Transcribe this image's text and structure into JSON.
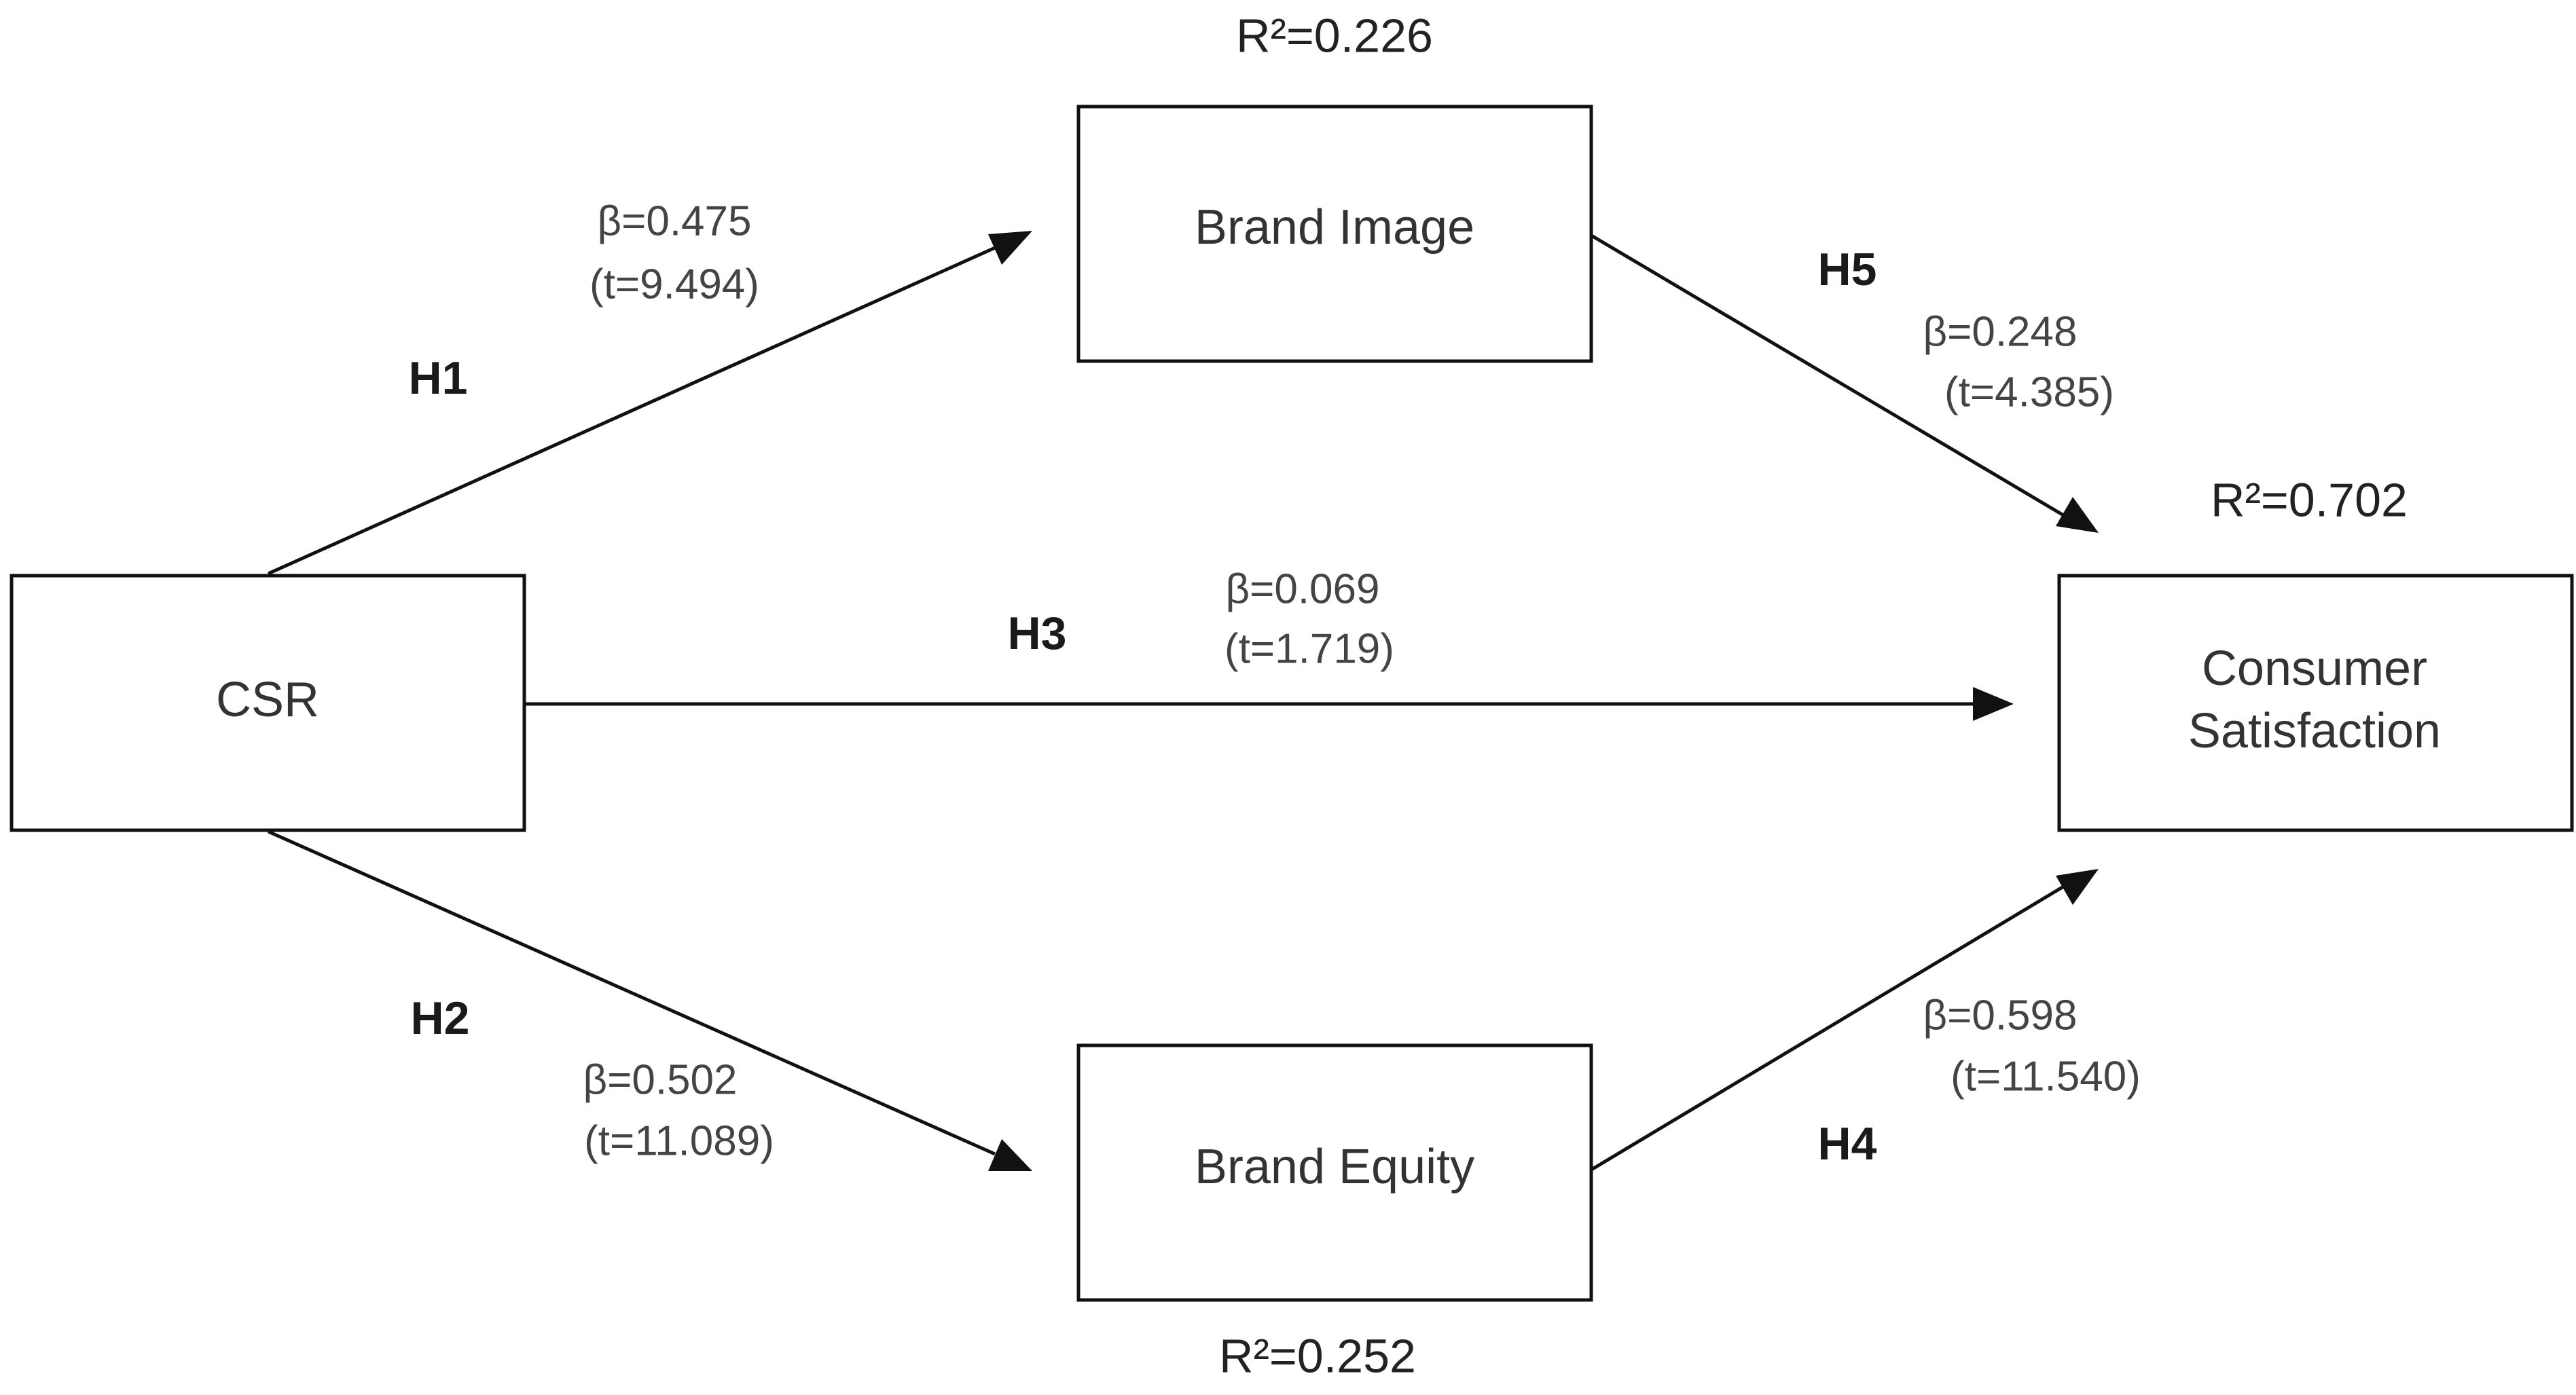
{
  "nodes": {
    "csr": {
      "label": "CSR"
    },
    "brand_image": {
      "label": "Brand Image",
      "r2": "R²=0.226"
    },
    "brand_equity": {
      "label": "Brand Equity",
      "r2": "R²=0.252"
    },
    "consumer_satisfaction": {
      "label_line1": "Consumer",
      "label_line2": "Satisfaction",
      "r2": "R²=0.702"
    }
  },
  "paths": {
    "h1": {
      "label": "H1",
      "beta": "β=0.475",
      "t": "(t=9.494)",
      "from": "CSR",
      "to": "Brand Image"
    },
    "h2": {
      "label": "H2",
      "beta": "β=0.502",
      "t": "(t=11.089)",
      "from": "CSR",
      "to": "Brand Equity"
    },
    "h3": {
      "label": "H3",
      "beta": "β=0.069",
      "t": "(t=1.719)",
      "from": "CSR",
      "to": "Consumer Satisfaction"
    },
    "h4": {
      "label": "H4",
      "beta": "β=0.598",
      "t": "(t=11.540)",
      "from": "Brand Equity",
      "to": "Consumer Satisfaction"
    },
    "h5": {
      "label": "H5",
      "beta": "β=0.248",
      "t": "(t=4.385)",
      "from": "Brand Image",
      "to": "Consumer Satisfaction"
    }
  },
  "colors": {
    "line": "#111111",
    "text": "#333333",
    "background": "#ffffff"
  }
}
